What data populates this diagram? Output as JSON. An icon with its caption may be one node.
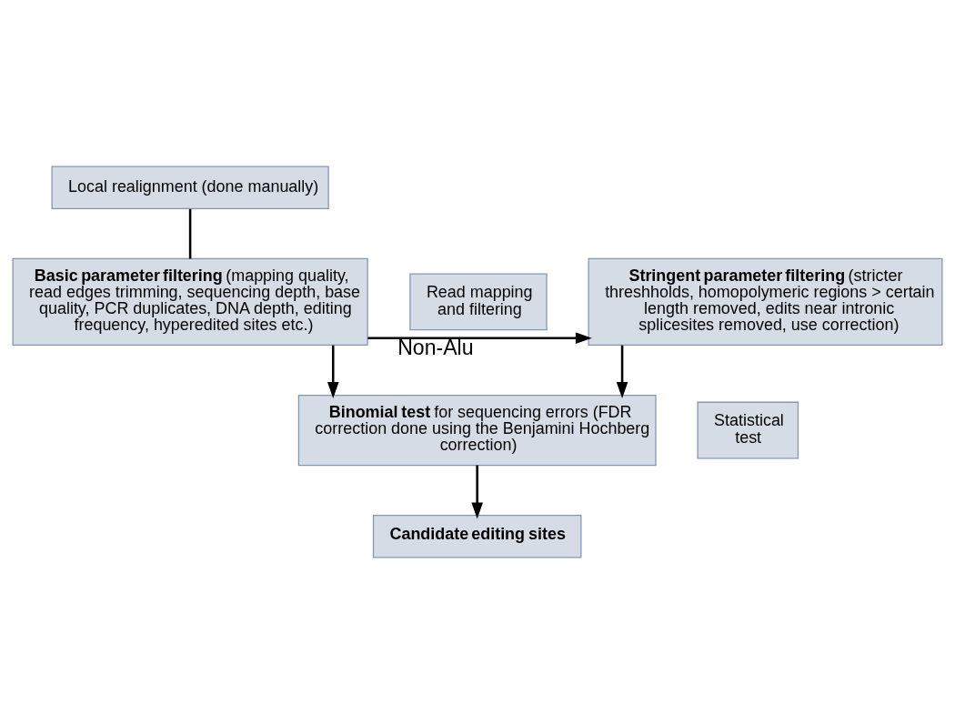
{
  "diagram": {
    "nodes": [
      {
        "text": [
          "Local realignment (done manually)"
        ]
      },
      {
        "text": [
          "**Basic parameter filtering** (mapping quality, read edges trimming, sequencing depth, base quality, PCR duplicates, DNA depth, editing frequency, hyperedited sites etc.)"
        ]
      },
      {
        "text": [
          "**Stringent parameter filtering** (stricter threshholds, homopolymeric regions > certain length removed, edits near intronic splicesites removed, use correction)"
        ]
      },
      {
        "text": [
          "**Binomial test** for sequencing errors (FDR correction done using the Benjamini Hochberg correction)"
        ]
      },
      {
        "text": [
          "**Candidate editing sites**"
        ]
      },
      {
        "text": [
          "Read mapping and filtering"
        ]
      },
      {
        "text": [
          "Statistical test"
        ]
      }
    ],
    "edges": [
      {
        "from": 0,
        "to": 1,
        "arrow": "none"
      },
      {
        "from": 1,
        "to": 2,
        "arrow": "to",
        "label": "Non-Alu"
      },
      {
        "from": 1,
        "to": 3,
        "arrow": "to"
      },
      {
        "from": 2,
        "to": 3,
        "arrow": "to"
      },
      {
        "from": 3,
        "to": 4,
        "arrow": "to"
      }
    ]
  }
}
